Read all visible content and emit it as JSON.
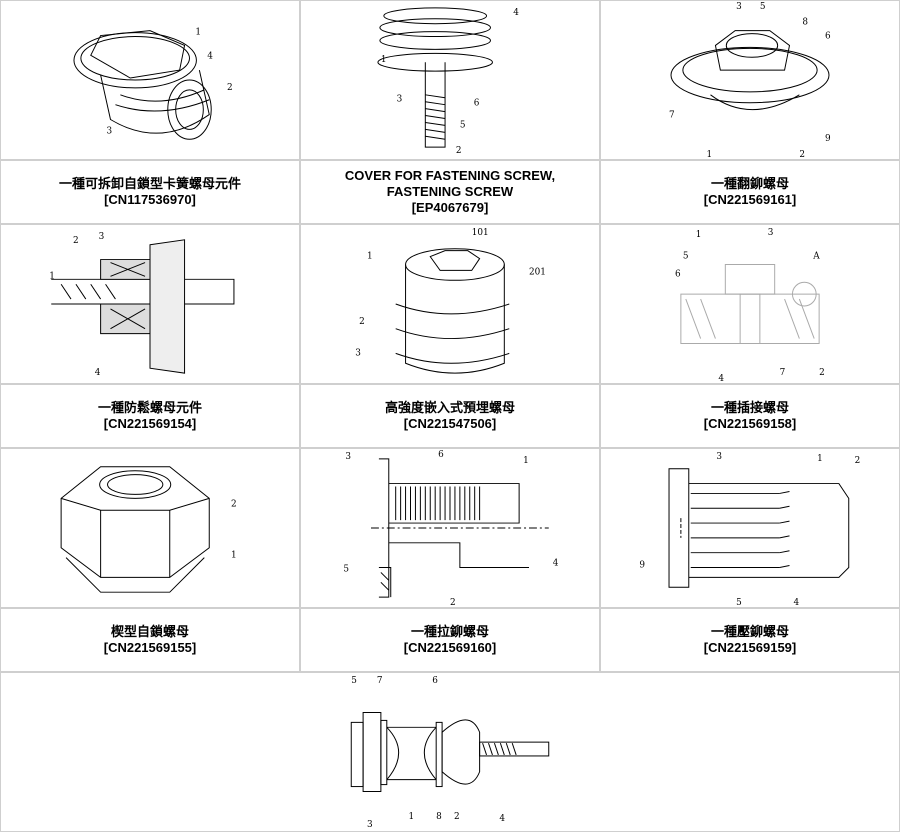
{
  "patents": [
    {
      "title": "一種可拆卸自鎖型卡簧螺母元件",
      "number": "[CN117536970]",
      "labels": [
        "1",
        "4",
        "2",
        "3"
      ]
    },
    {
      "title": "COVER FOR FASTENING SCREW,\nFASTENING SCREW",
      "number": "[EP4067679]",
      "labels": [
        "4",
        "1",
        "3",
        "6",
        "5",
        "2"
      ]
    },
    {
      "title": "一種翻鉚螺母",
      "number": "[CN221569161]",
      "labels": [
        "3",
        "5",
        "8",
        "6",
        "7",
        "1",
        "2",
        "9"
      ]
    },
    {
      "title": "一種防鬆螺母元件",
      "number": "[CN221569154]",
      "labels": [
        "2",
        "3",
        "1",
        "4"
      ]
    },
    {
      "title": "高強度嵌入式預埋螺母",
      "number": "[CN221547506]",
      "labels": [
        "1",
        "101",
        "201",
        "2",
        "3"
      ]
    },
    {
      "title": "一種插接螺母",
      "number": "[CN221569158]",
      "labels": [
        "1",
        "3",
        "5",
        "6",
        "A",
        "4",
        "7",
        "2"
      ]
    },
    {
      "title": "楔型自鎖螺母",
      "number": "[CN221569155]",
      "labels": [
        "2",
        "1"
      ]
    },
    {
      "title": "一種拉鉚螺母",
      "number": "[CN221569160]",
      "labels": [
        "3",
        "6",
        "1",
        "5",
        "4",
        "2"
      ]
    },
    {
      "title": "一種壓鉚螺母",
      "number": "[CN221569159]",
      "labels": [
        "3",
        "1",
        "2",
        "9",
        "5",
        "4"
      ]
    },
    {
      "title": "",
      "number": "",
      "labels": [
        "5",
        "7",
        "6",
        "3",
        "1",
        "8",
        "2",
        "4"
      ]
    }
  ]
}
